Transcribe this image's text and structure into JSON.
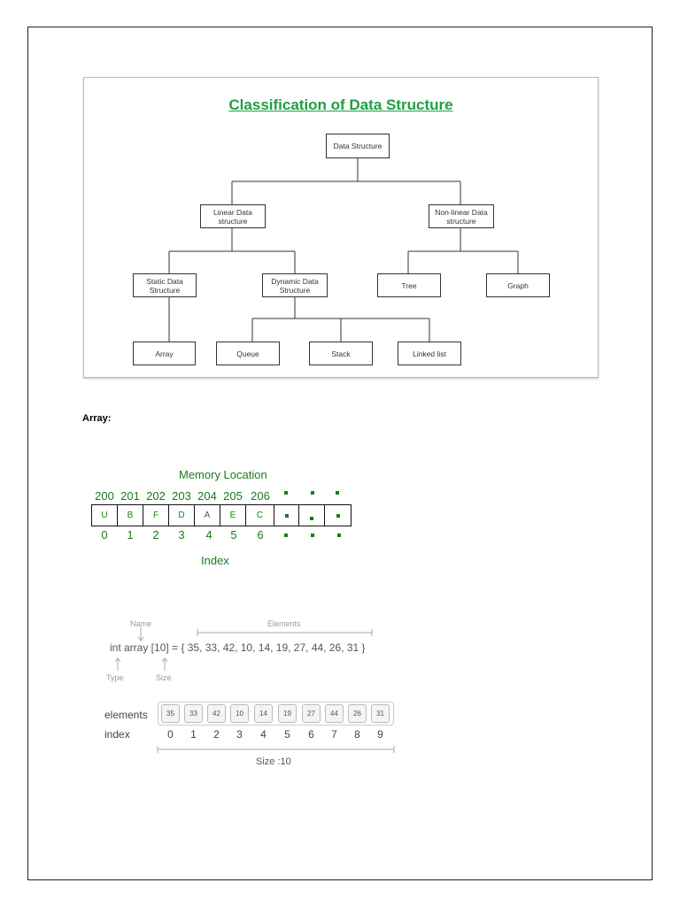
{
  "diagram": {
    "title": "Classification of Data Structure",
    "nodes": {
      "root": "Data Structure",
      "linear": "Linear Data structure",
      "nonlinear": "Non-linear Data structure",
      "static": "Static Data Structure",
      "dynamic": "Dynamic Data Structure",
      "tree": "Tree",
      "graph": "Graph",
      "array": "Array",
      "queue": "Queue",
      "stack": "Stack",
      "linkedlist": "Linked list"
    },
    "colors": {
      "title": "#1e9e45",
      "node_text": "#333333"
    }
  },
  "section_heading": "Array:",
  "memory": {
    "title": "Memory Location",
    "addresses": [
      "200",
      "201",
      "202",
      "203",
      "204",
      "205",
      "206"
    ],
    "cells": [
      "U",
      "B",
      "F",
      "D",
      "A",
      "E",
      "C"
    ],
    "indices": [
      "0",
      "1",
      "2",
      "3",
      "4",
      "5",
      "6"
    ],
    "index_title": "Index",
    "color": "#1b7a1b"
  },
  "declaration": {
    "name_label": "Name",
    "elements_label": "Elements",
    "type_label": "Type",
    "size_label": "Size",
    "code": "int array [10] = { 35, 33, 42, 10, 14, 19, 27, 44, 26, 31 }",
    "row_elements_label": "elements",
    "row_index_label": "index",
    "elements": [
      "35",
      "33",
      "42",
      "10",
      "14",
      "19",
      "27",
      "44",
      "26",
      "31"
    ],
    "indices": [
      "0",
      "1",
      "2",
      "3",
      "4",
      "5",
      "6",
      "7",
      "8",
      "9"
    ],
    "size_caption": "Size :10"
  }
}
